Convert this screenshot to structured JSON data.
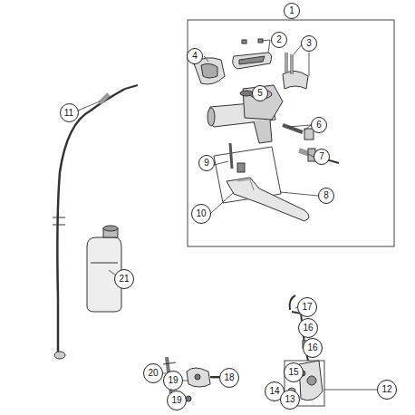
{
  "diagram": {
    "labels": [
      "1",
      "2",
      "3",
      "4",
      "5",
      "6",
      "7",
      "8",
      "9",
      "10",
      "11",
      "21",
      "17",
      "16",
      "16",
      "20",
      "18",
      "19",
      "19",
      "15",
      "14",
      "13",
      "12"
    ]
  }
}
